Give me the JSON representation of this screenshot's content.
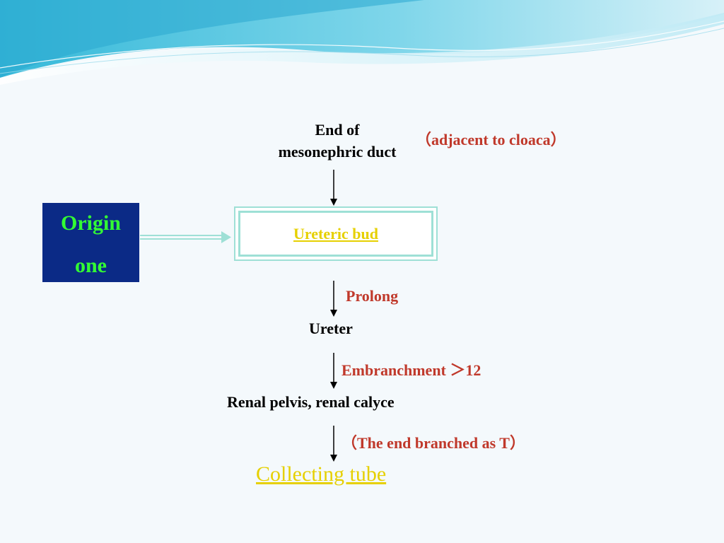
{
  "diagram": {
    "source_top": "End of",
    "source_bottom": "mesonephric duct",
    "source_note": "（adjacent to cloaca）",
    "origin_line1": "Origin",
    "origin_line2": "one",
    "ureteric_bud": "Ureteric bud",
    "step1_label": "Prolong",
    "step1_result": "Ureter",
    "step2_label": "Embranchment ＞12",
    "step2_result": "Renal pelvis, renal calyce",
    "step3_label": "（The end branched as T）",
    "step3_result": "Collecting tube"
  },
  "colors": {
    "background": "#f4f9fc",
    "origin_box": "#0b2a86",
    "origin_text": "#33ff33",
    "note_red": "#c0392b",
    "highlight_yellow": "#e6d000",
    "teal_border": "#9ee0d6"
  }
}
